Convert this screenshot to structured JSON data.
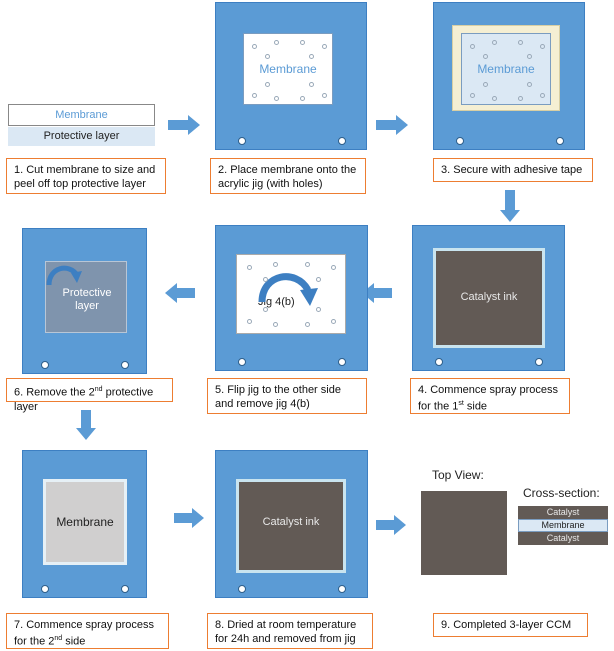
{
  "start": {
    "membrane": "Membrane",
    "protective_layer": "Protective layer"
  },
  "steps": {
    "s1": "1. Cut membrane to size and peel off top protective layer",
    "s2": "2. Place membrane onto the acrylic jig (with holes)",
    "s3": "3. Secure with adhesive tape",
    "s4a": "4. Commence spray process for the 1",
    "s4sup": "st",
    "s4b": " side",
    "s5": "5. Flip jig to the other side and remove jig 4(b)",
    "s6a": "6. Remove the 2",
    "s6sup": "nd",
    "s6b": " protective layer",
    "s7a": "7. Commence spray process for the 2",
    "s7sup": "nd",
    "s7b": " side",
    "s8": "8. Dried at room temperature for 24h and removed from jig",
    "s9": "9. Completed 3-layer CCM"
  },
  "panels": {
    "p2_label": "Membrane",
    "p3_label": "Membrane",
    "p4_label": "Catalyst ink",
    "p5_label": "Jig 4(b)",
    "p6_label": "Protective layer",
    "p7_label": "Membrane",
    "p8_label": "Catalyst ink"
  },
  "final": {
    "top_view": "Top View:",
    "cross_section": "Cross-section:",
    "layers": [
      "Catalyst",
      "Membrane",
      "Catalyst"
    ]
  },
  "colors": {
    "jig_blue": "#5b9bd5",
    "arrow_blue": "#5b9bd5",
    "caption_border": "#ed7d31",
    "catalyst_gray": "#625a55",
    "membrane_gray": "#d0cfcf"
  }
}
